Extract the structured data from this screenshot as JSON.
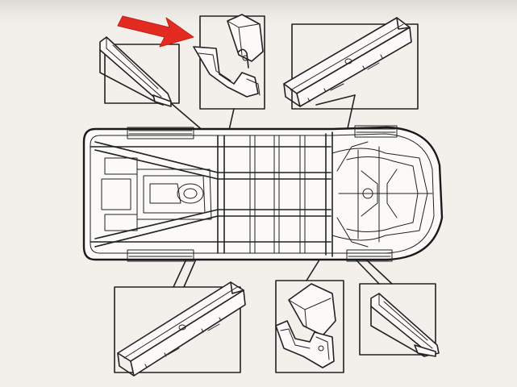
{
  "diagram": {
    "background": "#f3f0ec",
    "line_color": "#222222",
    "accent": "#e32b22",
    "parts": [
      "chassis-frame",
      "front-left-gusset",
      "cab-mount-bracket",
      "left-cross-member",
      "right-cross-member",
      "rear-mount-bracket",
      "front-right-gusset"
    ],
    "highlight_icon": "red-arrow-icon"
  }
}
